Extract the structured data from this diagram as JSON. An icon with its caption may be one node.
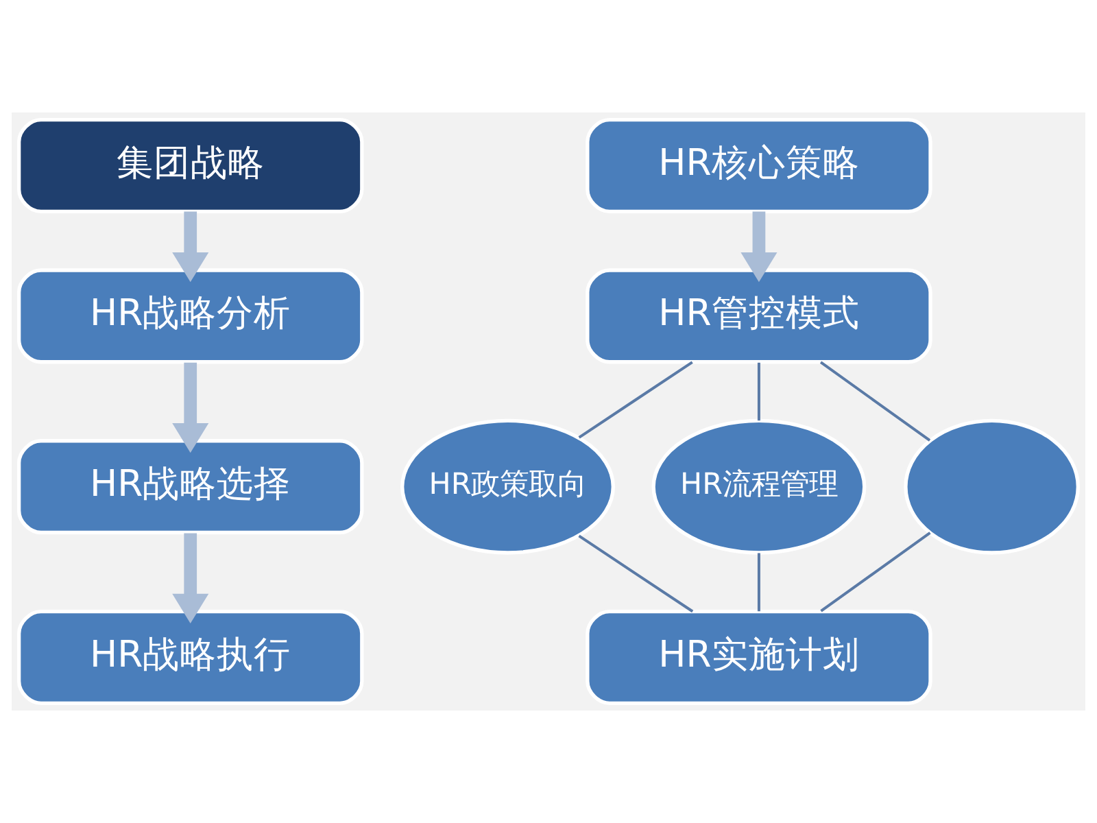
{
  "diagram": {
    "nodes": [
      {
        "text": [
          "集团战略"
        ]
      },
      {
        "text": [
          "HR战略分析"
        ]
      },
      {
        "text": [
          "HR战略选择"
        ]
      },
      {
        "text": [
          "HR战略执行"
        ]
      },
      {
        "text": [
          "HR核心策略"
        ]
      },
      {
        "text": [
          "HR管控模式"
        ]
      },
      {
        "text": [
          "HR政策取向"
        ]
      },
      {
        "text": [
          "HR流程管理"
        ]
      },
      {
        "text": [],
        "shape": "circle"
      },
      {
        "text": [
          "HR实施计划"
        ]
      }
    ],
    "edges": [
      {
        "from": 0,
        "to": 1,
        "arrow": "to",
        "style": "thick"
      },
      {
        "from": 1,
        "to": 2,
        "arrow": "to",
        "style": "thick"
      },
      {
        "from": 2,
        "to": 3,
        "arrow": "to",
        "style": "thick"
      },
      {
        "from": 4,
        "to": 5,
        "arrow": "to",
        "style": "thick"
      },
      {
        "from": 5,
        "to": 6,
        "arrow": "none"
      },
      {
        "from": 5,
        "to": 7,
        "arrow": "none"
      },
      {
        "from": 5,
        "to": 8,
        "arrow": "none"
      },
      {
        "from": 6,
        "to": 9,
        "arrow": "none"
      },
      {
        "from": 7,
        "to": 9,
        "arrow": "none"
      },
      {
        "from": 8,
        "to": 9,
        "arrow": "none"
      }
    ]
  }
}
